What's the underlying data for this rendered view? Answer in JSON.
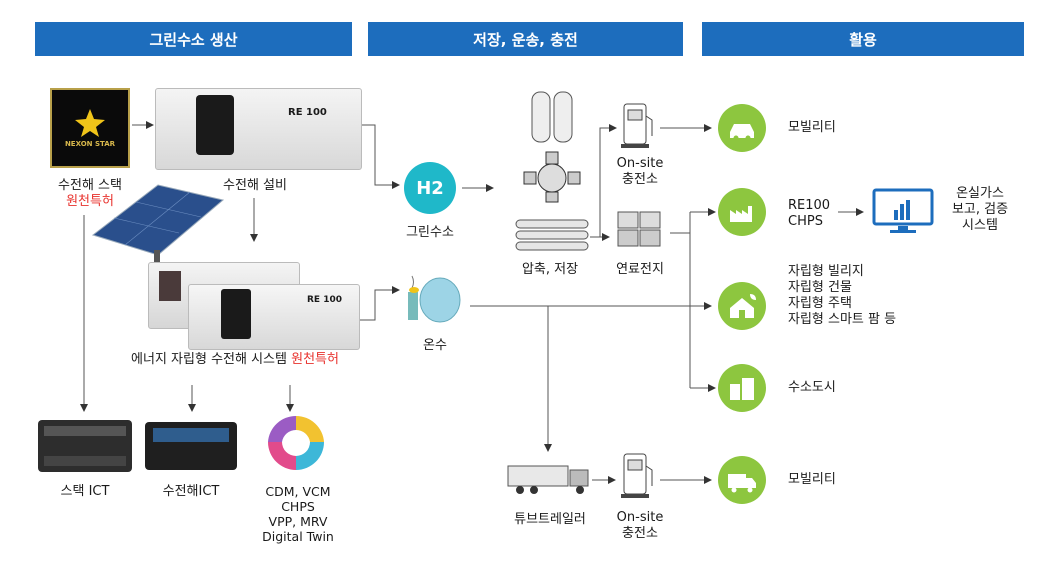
{
  "headers": {
    "production": "그린수소 생산",
    "storage": "저장, 운송, 충전",
    "usage": "활용"
  },
  "production": {
    "stack_label": "수전해 스택",
    "stack_patent": "원천특허",
    "stack_logo": "NEXON STAR",
    "equipment_label": "수전해 설비",
    "re100_badge": "RE 100",
    "system_label": "에너지 자립형 수전해 시스템",
    "system_patent": "원천특허",
    "stack_ict": "스택 ICT",
    "electrolysis_ict": "수전해ICT",
    "software_lines": [
      "CDM, VCM",
      "CHPS",
      "VPP, MRV",
      "Digital Twin"
    ]
  },
  "middle": {
    "h2_text": "H2",
    "green_hydrogen": "그린수소",
    "hot_water": "온수"
  },
  "storage": {
    "compress_store": "압축, 저장",
    "onsite_top": [
      "On-site",
      "충전소"
    ],
    "fuel_cell": "연료전지",
    "tube_trailer": "튜브트레일러",
    "onsite_bottom": [
      "On-site",
      "충전소"
    ]
  },
  "usage": {
    "mobility_top": "모빌리티",
    "re100_chps": [
      "RE100",
      "CHPS"
    ],
    "ghg_system": [
      "온실가스",
      "보고, 검증",
      "시스템"
    ],
    "self_sufficient": [
      "자립형 빌리지",
      "자립형 건물",
      "자립형 주택",
      "자립형 스마트 팜 등"
    ],
    "hydrogen_city": "수소도시",
    "mobility_bottom": "모빌리티"
  },
  "colors": {
    "header_blue": "#1d6dbd",
    "usage_green": "#8dc63f",
    "h2_teal": "#1fb8c9",
    "patent_red": "#e8322d"
  }
}
